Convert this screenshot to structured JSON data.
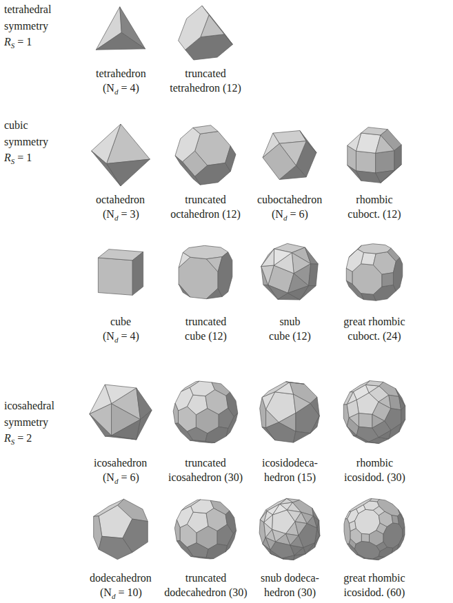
{
  "diagram": {
    "labels": [
      "tetrahedral symmetry",
      "R",
      "S",
      "= 1",
      "tetrahedron",
      "(N",
      "d",
      "= 4)",
      "truncated tetrahedron (12)",
      "cubic symmetry",
      "R",
      "S",
      "= 1",
      "octahedron",
      "(N",
      "d",
      "= 3)",
      "truncated octahedron (12)",
      "cuboctahedron",
      "(N",
      "d",
      "= 6)",
      "rhombic cuboct. (12)",
      "cube",
      "(N",
      "d",
      "= 4)",
      "truncated cube (12)",
      "snub cube (12)",
      "great rhombic cuboct. (24)",
      "icosahedral symmetry",
      "R",
      "S",
      "= 2",
      "icosahedron",
      "(N",
      "d",
      "= 6)",
      "truncated icosahedron (30)",
      "icosidodeca- hedron (15)",
      "rhombic icosidod. (30)",
      "dodecahedron",
      "(N",
      "d",
      "= 10)",
      "truncated dodecahedron (30)",
      "snub dodeca- hedron (30)",
      "great rhombic icosidod. (60)"
    ]
  }
}
